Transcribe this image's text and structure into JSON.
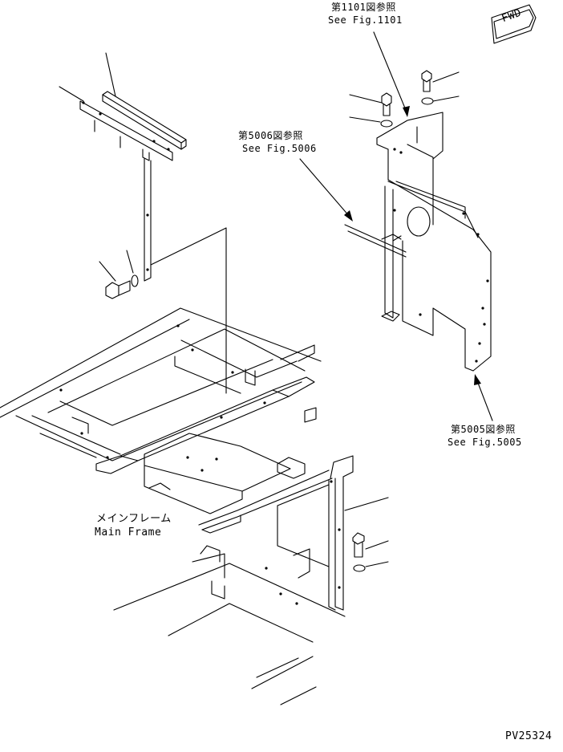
{
  "labels": {
    "fig1101_jp": "第1101図参照",
    "fig1101_en": "See Fig.1101",
    "fig5006_jp": "第5006図参照",
    "fig5006_en": "See Fig.5006",
    "fig5005_jp": "第5005図参照",
    "fig5005_en": "See Fig.5005",
    "main_frame_jp": "メインフレーム",
    "main_frame_en": "Main Frame",
    "fwd": "FWD",
    "drawing_number": "PV25324"
  }
}
